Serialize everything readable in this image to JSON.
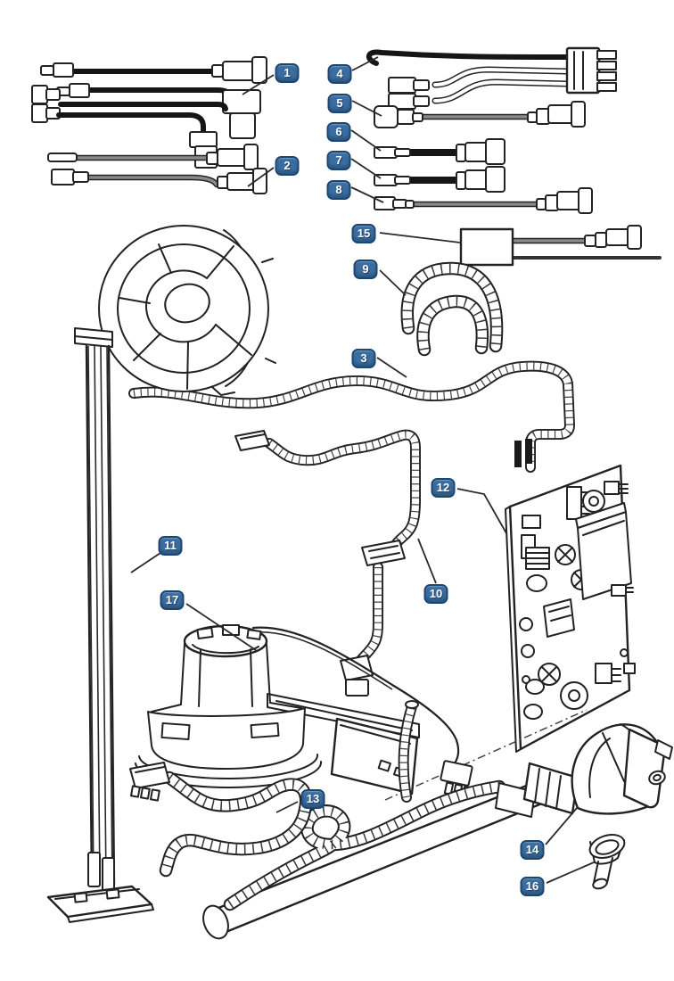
{
  "page": {
    "type": "exploded-parts-diagram",
    "background": "#ffffff"
  },
  "colors": {
    "badge_fill": "#3a6da1",
    "badge_border": "#1b4671",
    "badge_text": "#ffffff",
    "line_color": "#222222",
    "wire_black": "#161616",
    "wire_gray": "#8a8a8a"
  },
  "callouts": [
    {
      "label": "1",
      "part": "wiring-harness-black-three-wire"
    },
    {
      "label": "2",
      "part": "wiring-harness-gray-two-wire"
    },
    {
      "label": "3",
      "part": "braided-ribbon-harness"
    },
    {
      "label": "4",
      "part": "power-harness-multi-pin-connector"
    },
    {
      "label": "5",
      "part": "gray-jumper-wire"
    },
    {
      "label": "6",
      "part": "black-jumper-wire-short"
    },
    {
      "label": "7",
      "part": "black-jumper-wire-short"
    },
    {
      "label": "8",
      "part": "gray-jumper-wire-long"
    },
    {
      "label": "9",
      "part": "split-loom-hose-pair"
    },
    {
      "label": "10",
      "part": "ribbon-harness-with-connectors"
    },
    {
      "label": "11",
      "part": "long-ribbon-cable-with-base-plate"
    },
    {
      "label": "12",
      "part": "circuit-board"
    },
    {
      "label": "13",
      "part": "corrugated-hose-harness"
    },
    {
      "label": "14",
      "part": "power-cord-plug"
    },
    {
      "label": "15",
      "part": "suppressor-box-with-lead"
    },
    {
      "label": "16",
      "part": "rubber-grommet-foot"
    },
    {
      "label": "17",
      "part": "motor-assembly-with-bracket"
    }
  ]
}
